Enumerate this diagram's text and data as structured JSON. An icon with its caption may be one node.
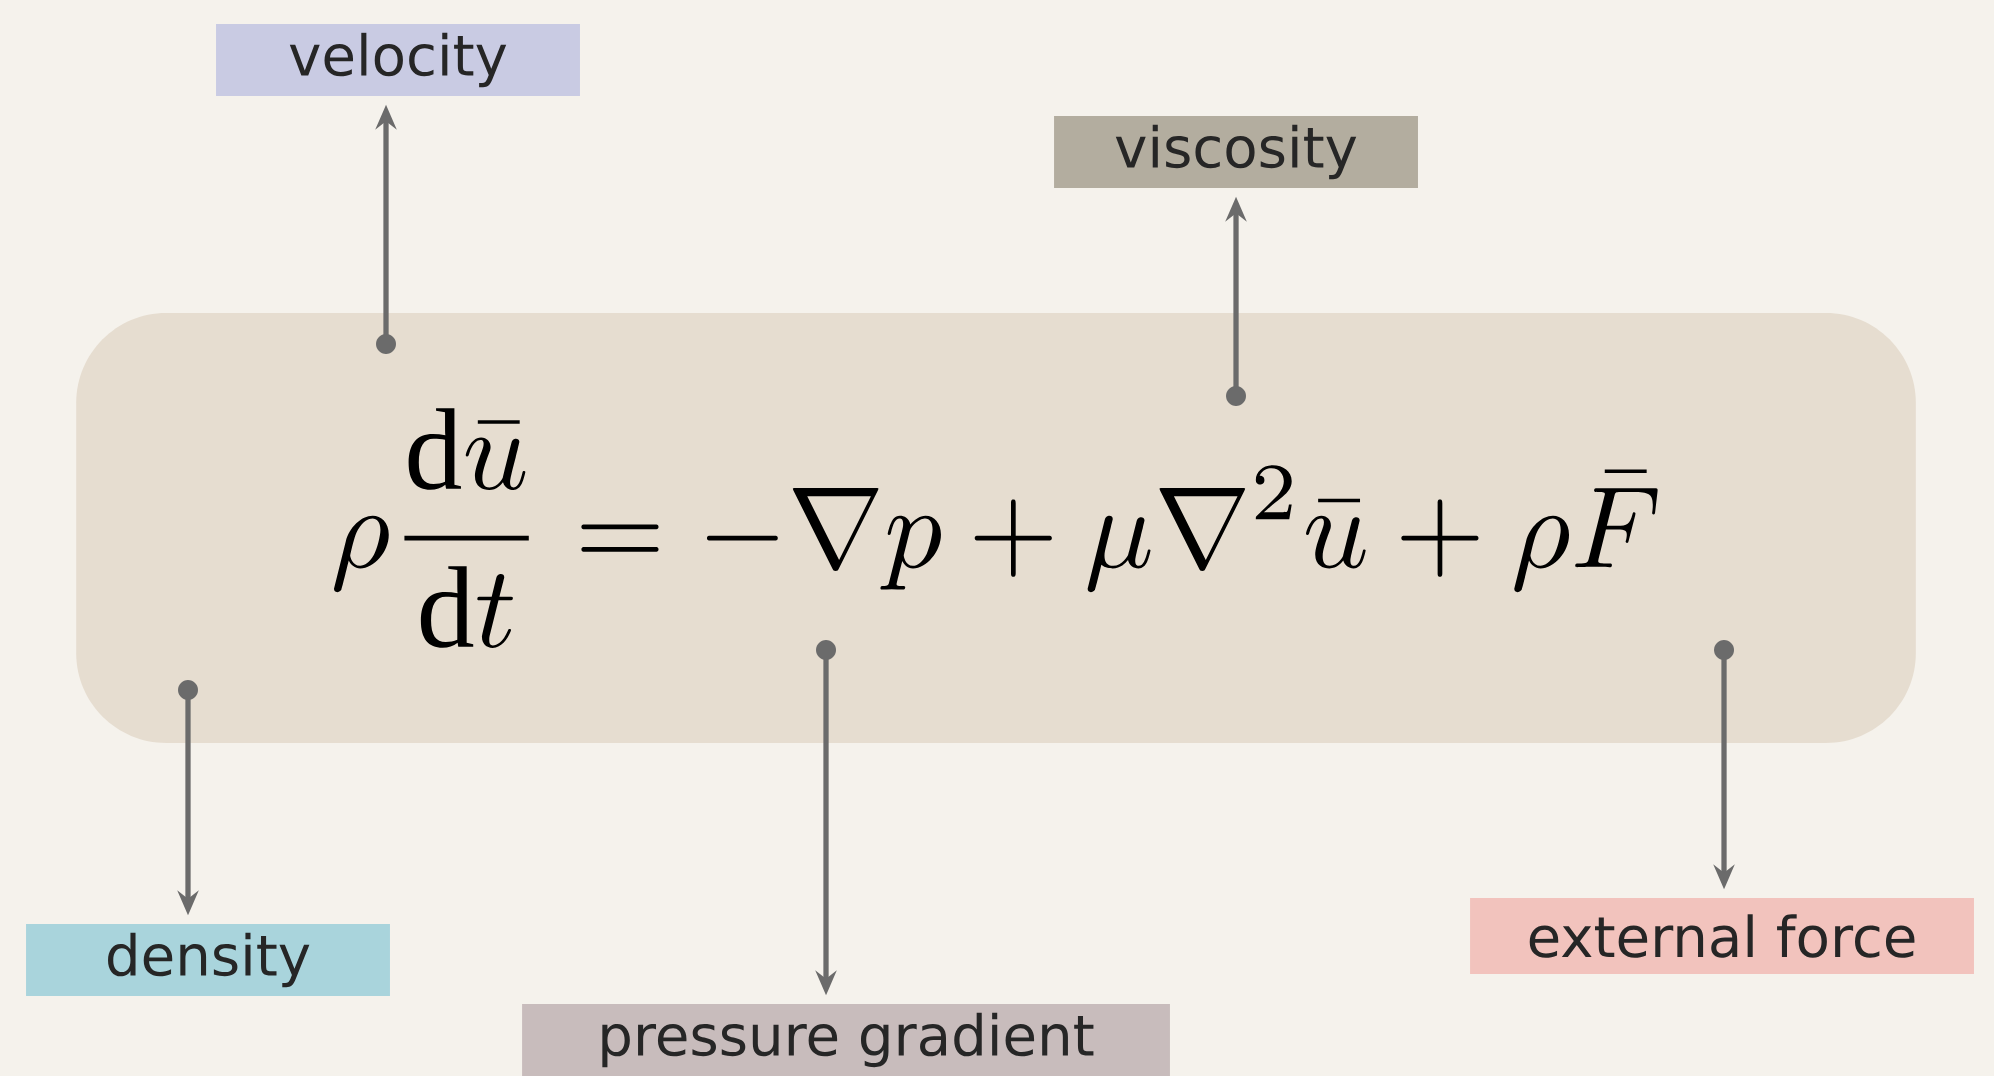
{
  "diagram": {
    "nodes": [
      {
        "text": [
          "velocity"
        ]
      },
      {
        "text": [
          "viscosity"
        ]
      },
      {
        "text": [
          "\\rho\\frac{\\mathrm{d}\\bar{u}}{\\mathrm{d}t} = -\\nabla p + \\mu\\nabla^2\\bar{u} + \\rho\\bar{F}"
        ]
      },
      {
        "text": [
          "density"
        ]
      },
      {
        "text": [
          "pressure gradient"
        ]
      },
      {
        "text": [
          "external force"
        ]
      }
    ],
    "edges": [
      {
        "from": 2,
        "to": 0,
        "arrow": "to"
      },
      {
        "from": 2,
        "to": 1,
        "arrow": "to"
      },
      {
        "from": 2,
        "to": 3,
        "arrow": "to"
      },
      {
        "from": 2,
        "to": 4,
        "arrow": "to"
      },
      {
        "from": 2,
        "to": 5,
        "arrow": "to"
      }
    ]
  }
}
